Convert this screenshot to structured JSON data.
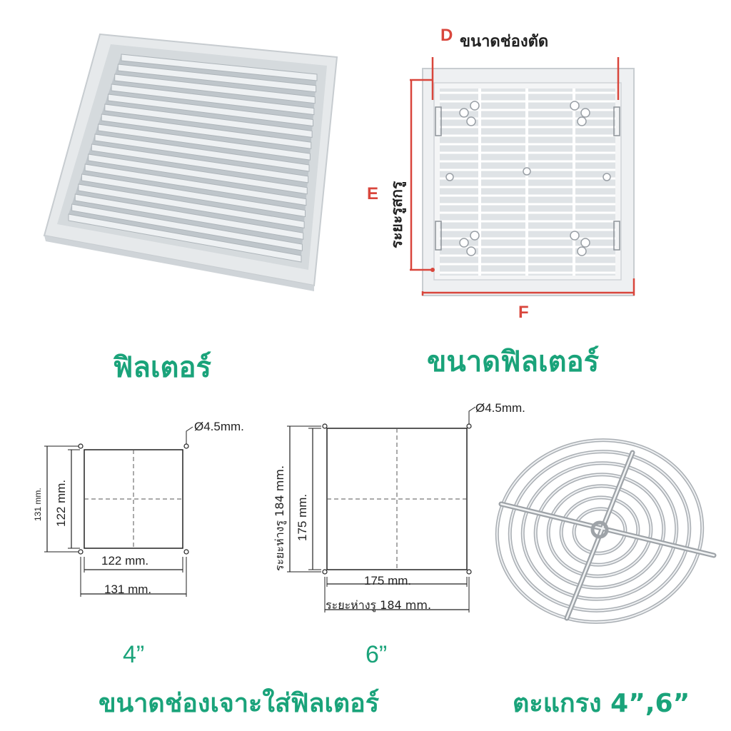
{
  "colors": {
    "accent_green": "#1aa37a",
    "dimension_red": "#d9463c",
    "grille_gray": "#dfe3e6",
    "filter_gray": "#c9ced2"
  },
  "photo_filter": {
    "caption": "ฟิลเตอร์"
  },
  "filter_size": {
    "caption": "ขนาดฟิลเตอร์",
    "label_d": "D",
    "label_d_text": "ขนาดช่องตัด",
    "label_e": "E",
    "label_e_text": "ระยะรูสกรู",
    "label_f": "F"
  },
  "drawing_4in": {
    "hole": "Ø4.5mm.",
    "inner_w": "122 mm.",
    "outer_w": "131 mm.",
    "inner_h": "122 mm.",
    "outer_h": "131 mm.",
    "size": "4”"
  },
  "drawing_6in": {
    "hole": "Ø4.5mm.",
    "inner_w": "175 mm.",
    "hole_spacing_w": "ระยะห่างรู 184 mm.",
    "inner_h": "175 mm.",
    "hole_spacing_h": "ระยะห่างรู 184 mm.",
    "size": "6”"
  },
  "cutout_caption": "ขนาดช่องเจาะใส่ฟิลเตอร์",
  "grill": {
    "caption": "ตะแกรง 4”,6”"
  }
}
